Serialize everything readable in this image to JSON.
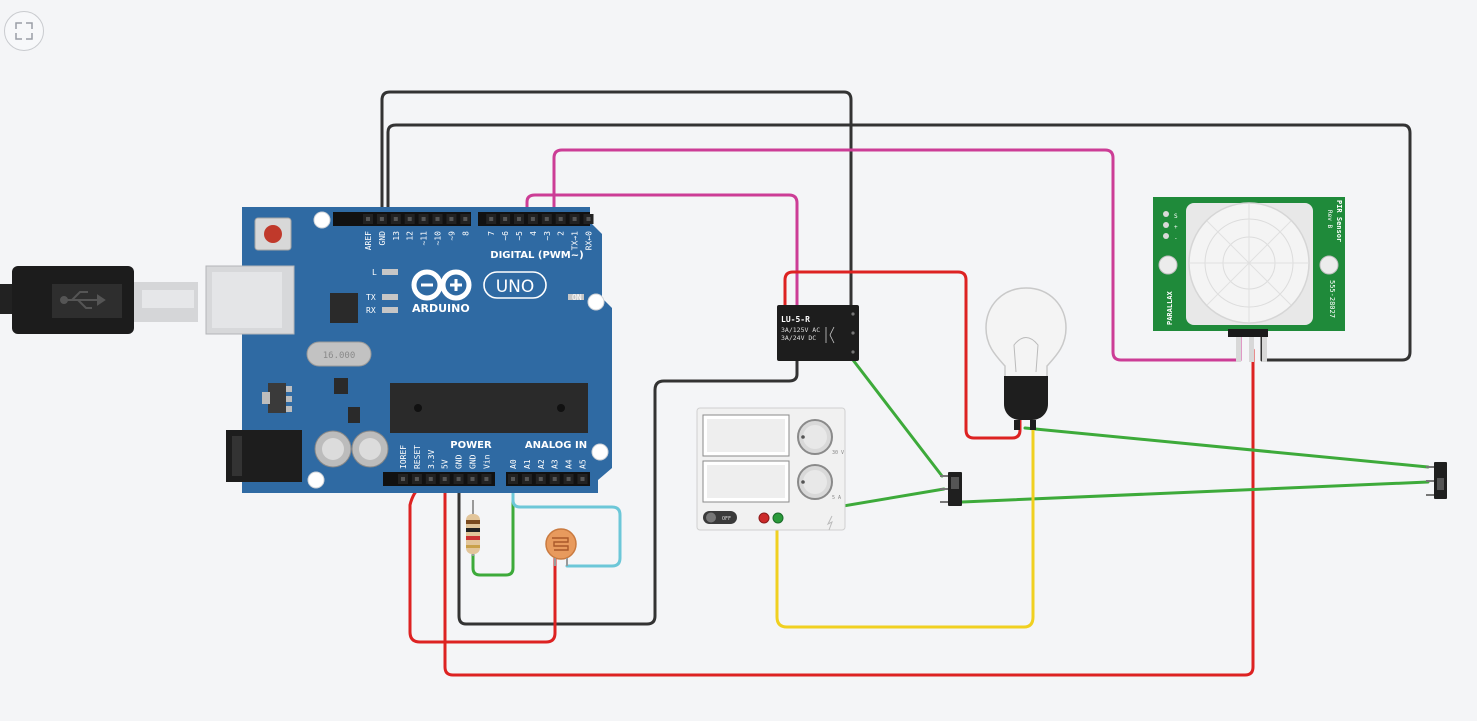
{
  "toolbar": {
    "fullscreen_icon": "fullscreen-icon"
  },
  "arduino": {
    "brand": "ARDUINO",
    "model": "UNO",
    "digital_header": "DIGITAL (PWM~)",
    "digital_pins": [
      "AREF",
      "GND",
      "13",
      "12",
      "~11",
      "~10",
      "~9",
      "8",
      "7",
      "~6",
      "~5",
      "4",
      "~3",
      "2",
      "TX→1",
      "RX←0"
    ],
    "led_l": "L",
    "led_tx": "TX",
    "led_rx": "RX",
    "led_on": "ON",
    "power_header": "POWER",
    "power_pins": [
      "IOREF",
      "RESET",
      "3.3V",
      "5V",
      "GND",
      "GND",
      "Vin"
    ],
    "analog_header": "ANALOG IN",
    "analog_pins": [
      "A0",
      "A1",
      "A2",
      "A3",
      "A4",
      "A5"
    ],
    "crystal": "16.000"
  },
  "relay": {
    "model": "LU-5-R",
    "rating_ac": "3A/125V AC",
    "rating_dc": "3A/24V DC"
  },
  "pir": {
    "title": "PIR Sensor",
    "rev": "Rev B",
    "brand": "PARALLAX",
    "part": "555-28027",
    "pin_labels": [
      "S",
      "+",
      "-"
    ]
  },
  "power_supply": {
    "switch_label": "OFF",
    "v_label": "30 V",
    "a_label": "5 A"
  },
  "colors": {
    "board": "#2f6aa3",
    "wire_black": "#333333",
    "wire_magenta": "#cc3d96",
    "wire_red": "#dd2222",
    "wire_green": "#3daa3a",
    "wire_yellow": "#f0d020",
    "wire_cyan": "#6cc7d8",
    "pir_pcb": "#1f8a3a",
    "background": "#f4f5f7"
  }
}
